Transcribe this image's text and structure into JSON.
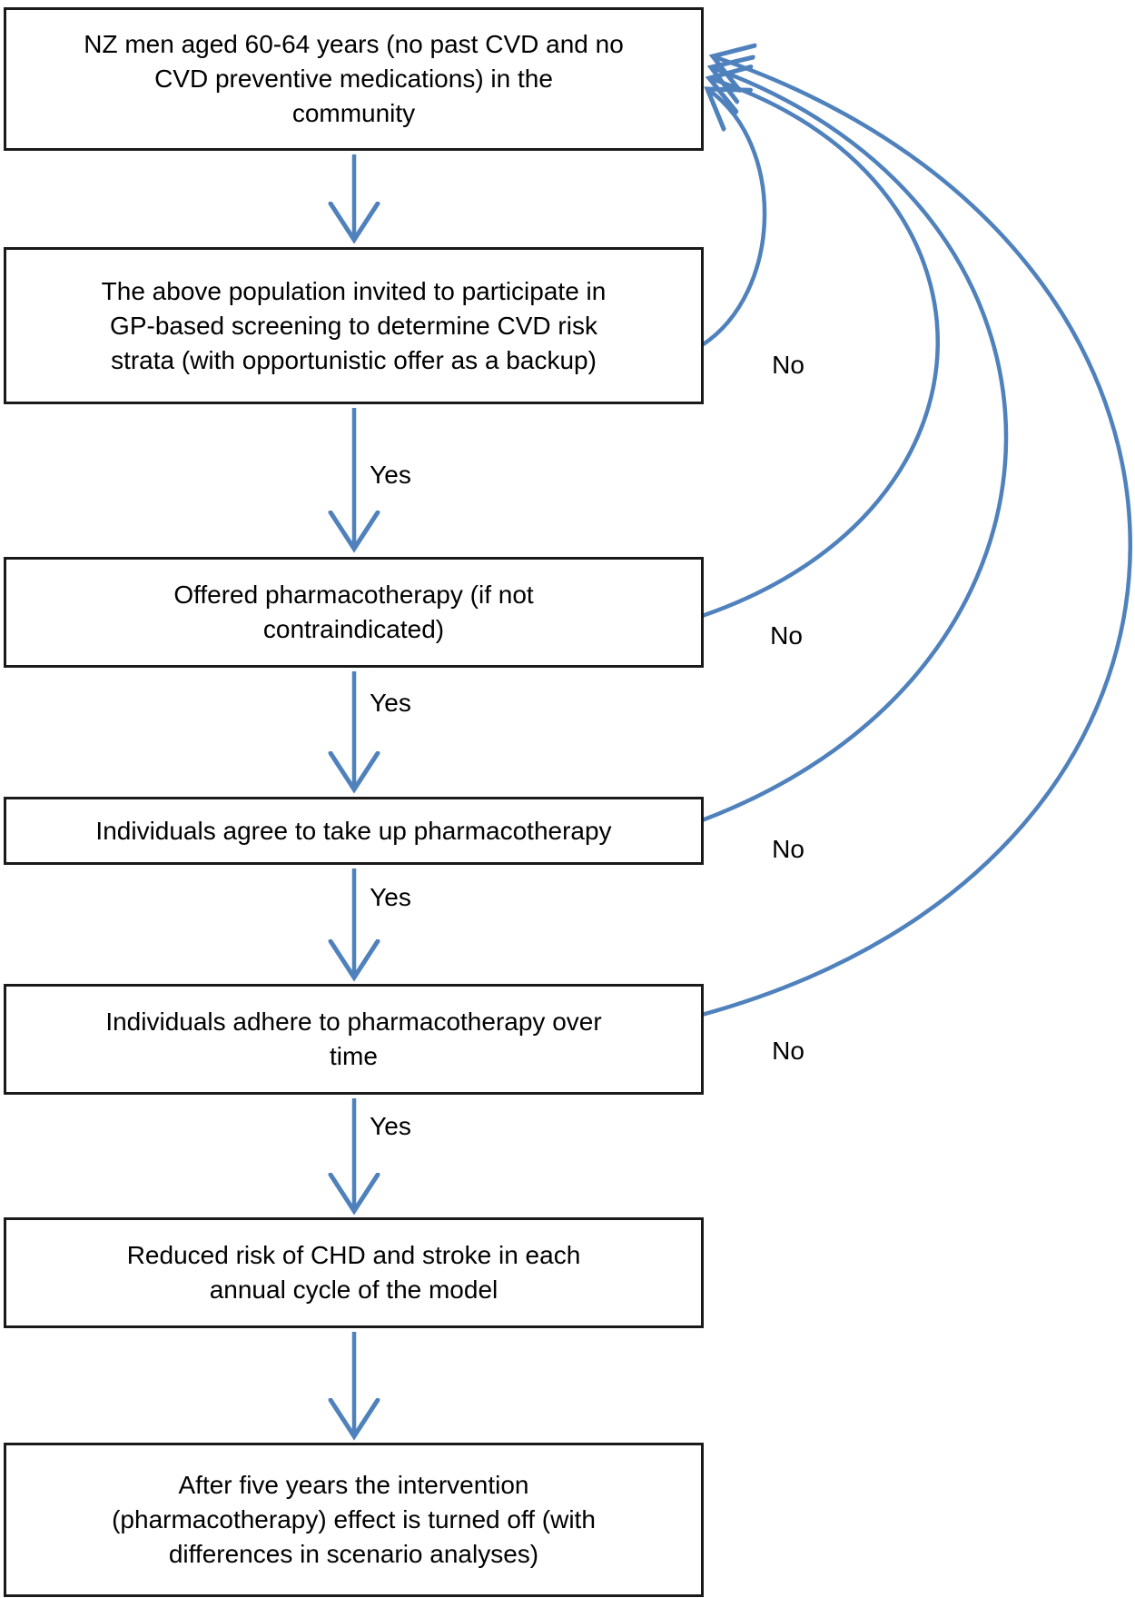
{
  "diagram": {
    "background": "#ffffff",
    "arrow_color": "#4f81bd",
    "box_border_color": "#1a1a1a",
    "text_color": "#000000",
    "boxes": {
      "population": "NZ men aged 60-64 years (no past CVD and no\nCVD preventive medications) in the\ncommunity",
      "screening": "The above population invited to participate in\nGP-based screening to determine CVD risk\nstrata (with opportunistic offer as a backup)",
      "offered": "Offered pharmacotherapy (if not\ncontraindicated)",
      "agree": "Individuals agree to take up pharmacotherapy",
      "adhere": "Individuals adhere to pharmacotherapy over\ntime",
      "reduced_risk": "Reduced risk of CHD and stroke in each\nannual cycle of the model",
      "after_five_years": "After five years the intervention\n(pharmacotherapy) effect is turned off (with\ndifferences in scenario analyses)"
    },
    "edge_labels": {
      "screening_yes": "Yes",
      "screening_no": "No",
      "offered_yes": "Yes",
      "offered_no": "No",
      "agree_yes": "Yes",
      "agree_no": "No",
      "adhere_yes": "Yes",
      "adhere_no": "No"
    }
  }
}
